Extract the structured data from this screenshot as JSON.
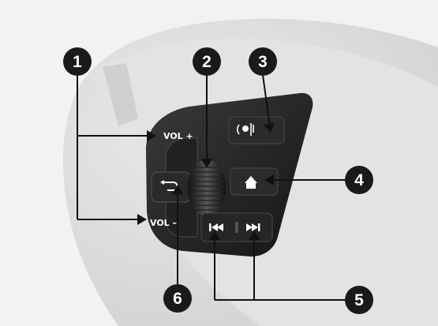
{
  "callouts": [
    {
      "number": "1"
    },
    {
      "number": "2"
    },
    {
      "number": "3"
    },
    {
      "number": "4"
    },
    {
      "number": "5"
    },
    {
      "number": "6"
    }
  ],
  "buttons": {
    "vol_plus": "VOL +",
    "vol_minus": "VOL –",
    "voice": "voice-command-icon",
    "home": "home-icon",
    "back": "back-icon",
    "prev": "skip-back-icon",
    "next": "skip-forward-icon",
    "scroll_wheel": "selector-wheel"
  },
  "colors": {
    "callout_fill": "#1a1a1a",
    "panel": "#1c1c1c",
    "wheel": "#d9d9d9"
  }
}
